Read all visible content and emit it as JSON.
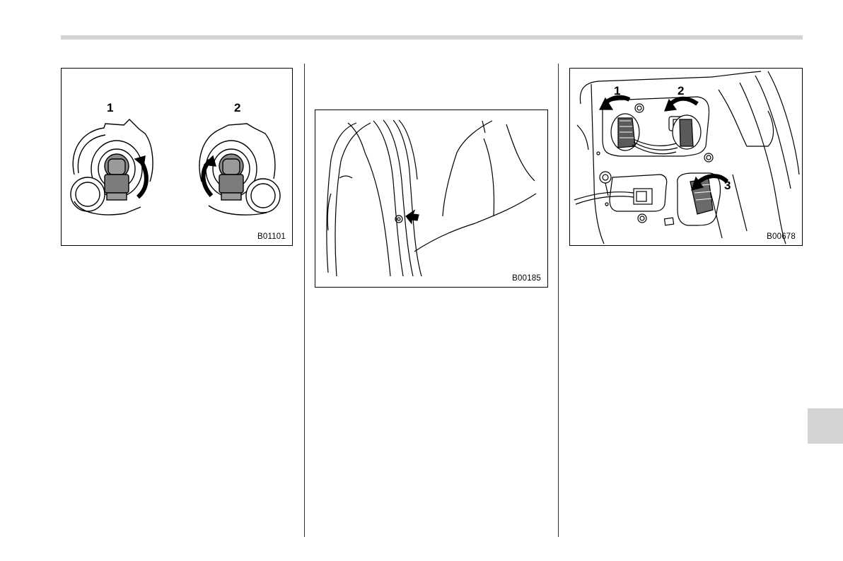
{
  "figures": [
    {
      "code": "B01101",
      "callouts": [
        "1",
        "2"
      ]
    },
    {
      "code": "B00185",
      "callouts": []
    },
    {
      "code": "B00678",
      "callouts": [
        "1",
        "2",
        "3"
      ]
    }
  ]
}
